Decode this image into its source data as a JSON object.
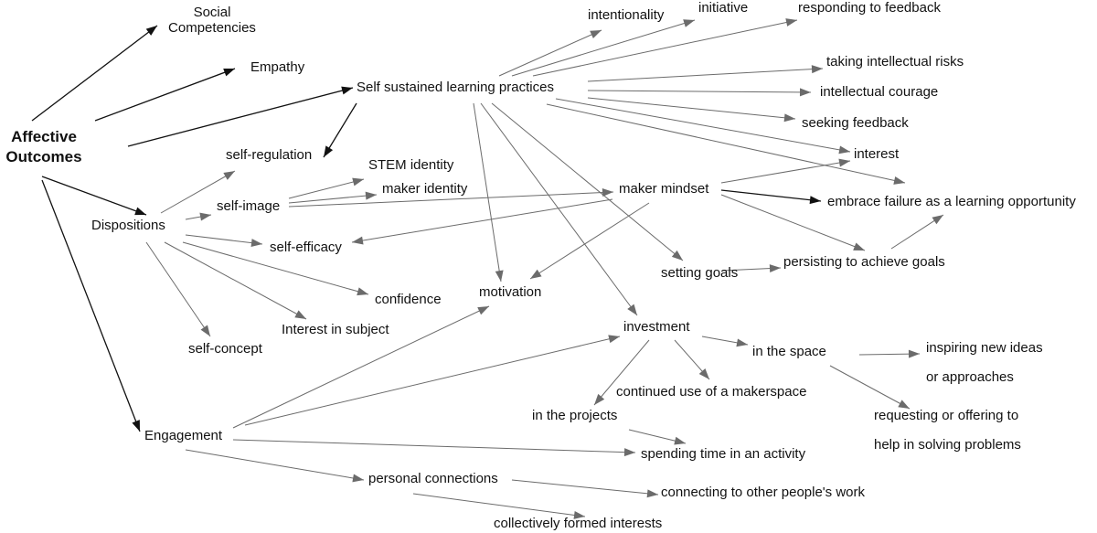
{
  "nodes": {
    "affective_outcomes": [
      "Affective",
      "Outcomes"
    ],
    "social_competencies": [
      "Social",
      "Competencies"
    ],
    "empathy": "Empathy",
    "self_sustained": "Self  sustained learning practices",
    "intentionality": "intentionality",
    "initiative": "initiative",
    "responding_feedback": "responding to feedback",
    "taking_risks": "taking intellectual risks",
    "intellectual_courage": "intellectual courage",
    "seeking_feedback": "seeking feedback",
    "interest": "interest",
    "embrace_failure": "embrace failure as a learning opportunity",
    "self_regulation": "self-regulation",
    "stem_identity": "STEM identity",
    "maker_identity": "maker identity",
    "self_image": "self-image",
    "maker_mindset": "maker mindset",
    "dispositions": "Dispositions",
    "self_efficacy": "self-efficacy",
    "setting_goals": "setting goals",
    "persisting": "persisting to achieve goals",
    "confidence": "confidence",
    "motivation": "motivation",
    "interest_subject": "Interest in subject",
    "self_concept": "self-concept",
    "investment": "investment",
    "in_the_space": "in the space",
    "inspiring": [
      "inspiring new ideas",
      "or approaches"
    ],
    "continued_use": "continued use of a makerspace",
    "in_projects": "in the projects",
    "requesting": [
      "requesting or offering to",
      "help in solving problems"
    ],
    "engagement": "Engagement",
    "spending_time": "spending time in an activity",
    "personal_connections": "personal connections",
    "connecting": "connecting to other people's work",
    "collectively": "collectively formed interests"
  },
  "colors": {
    "edge_dark": "#111111",
    "edge_gray": "#6b6b6b",
    "text": "#111111"
  }
}
